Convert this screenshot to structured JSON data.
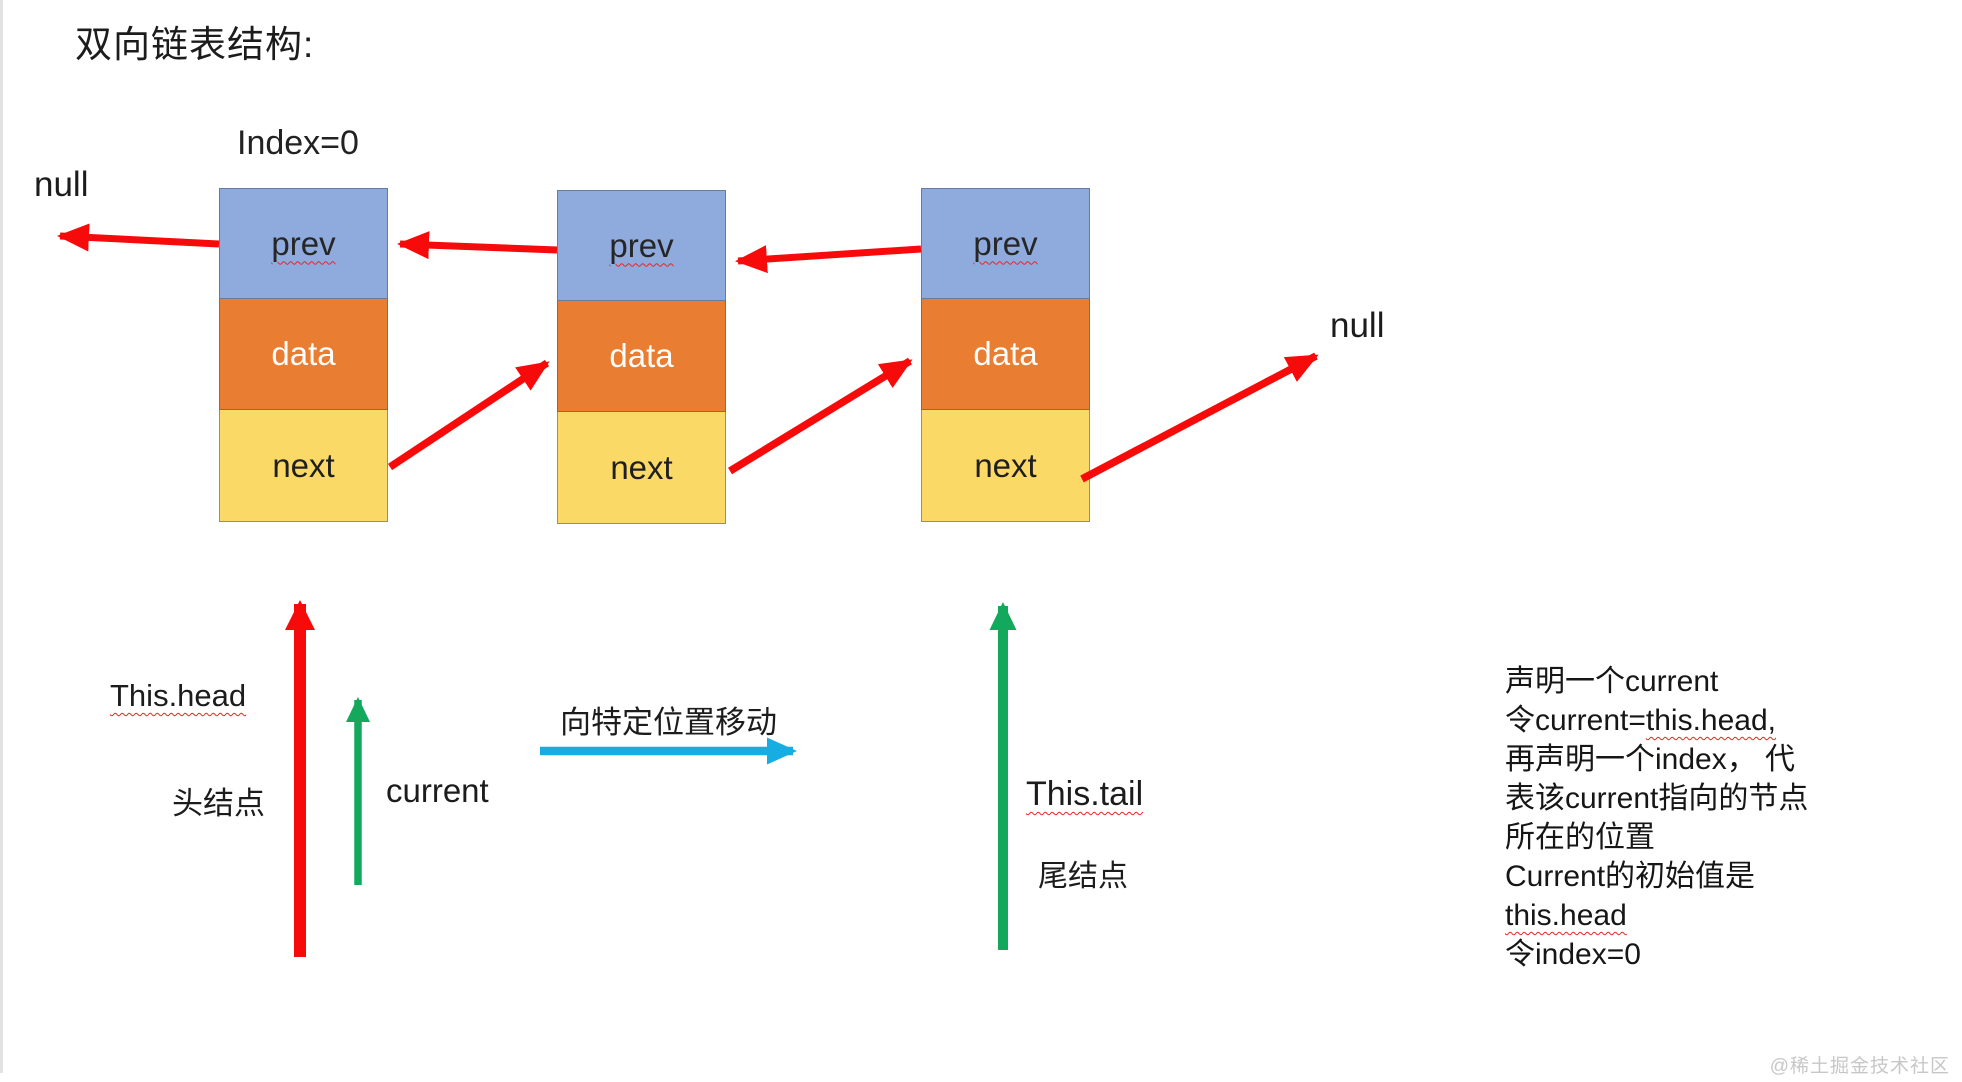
{
  "title": "双向链表结构:",
  "index_label": "Index=0",
  "null_left": "null",
  "null_right": "null",
  "nodes": [
    {
      "prev": "prev",
      "data": "data",
      "next": "next"
    },
    {
      "prev": "prev",
      "data": "data",
      "next": "next"
    },
    {
      "prev": "prev",
      "data": "data",
      "next": "next"
    }
  ],
  "pointers": {
    "head_label": "This.head",
    "head_sub": "头结点",
    "current_label": "current",
    "move_label": "向特定位置移动",
    "tail_label": "This.tail",
    "tail_sub": "尾结点"
  },
  "notes": {
    "lines": [
      [
        {
          "t": "声明一个current"
        }
      ],
      [
        {
          "t": "令current="
        },
        {
          "t": "this.head,",
          "u": true
        }
      ],
      [
        {
          "t": "再声明一个index， 代"
        }
      ],
      [
        {
          "t": "表该current指向的节点"
        }
      ],
      [
        {
          "t": "所在的位置"
        }
      ],
      [
        {
          "t": "Current的初始值是"
        }
      ],
      [
        {
          "t": "this.head",
          "u": true
        }
      ],
      [
        {
          "t": "令index=0"
        }
      ]
    ]
  },
  "watermark": "@稀土掘金技术社区",
  "colors": {
    "node_blue": "#8FAADC",
    "node_orange": "#E97D31",
    "node_yellow": "#FBD967",
    "arrow_red": "#F70A0A",
    "arrow_green": "#14A85C",
    "arrow_cyan": "#17ACE2",
    "watermark": "#C7C7C7"
  }
}
